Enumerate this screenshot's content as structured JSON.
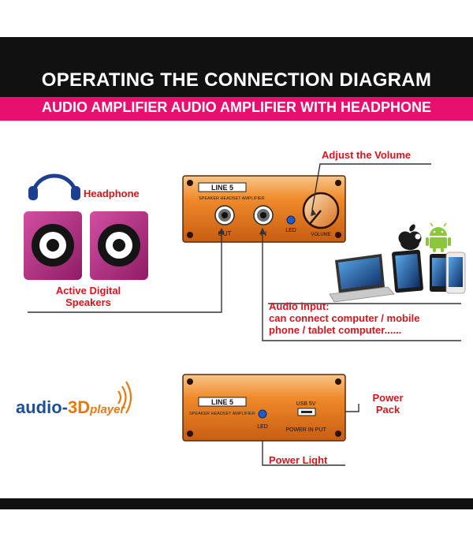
{
  "header": {
    "title": "OPERATING THE CONNECTION DIAGRAM",
    "subtitle": "AUDIO AMPLIFIER AUDIO AMPLIFIER WITH HEADPHONE"
  },
  "labels": {
    "headphone": "Headphone",
    "speakers_line1": "Active Digital",
    "speakers_line2": "Speakers",
    "adjust_volume": "Adjust the Volume",
    "audio_input_line1": "Audio input:",
    "audio_input_line2": "can connect computer / mobile",
    "audio_input_line3": "phone / tablet computer......",
    "power_pack_line1": "Power",
    "power_pack_line2": "Pack",
    "power_light": "Power Light"
  },
  "front_panel": {
    "brand": "LINE 5",
    "model": "SPEAKER HEADSET AMPLIFIER",
    "out_label": "OUT",
    "in_label": "IN",
    "led_label": "LED",
    "volume_label": "VOLUME"
  },
  "back_panel": {
    "brand": "LINE 5",
    "model": "SPEAKER HEADSET AMPLIFIER",
    "led_label": "LED",
    "usb_label": "USB 5V",
    "power_input_label": "POWER IN PUT"
  },
  "logo": {
    "part1": "audio-",
    "part2": "3D",
    "part3": "player"
  },
  "colors": {
    "accent_pink": "#e7106f",
    "label_red": "#d5161c",
    "panel_orange": "#f08a2a",
    "speaker_magenta": "#b0287e"
  }
}
